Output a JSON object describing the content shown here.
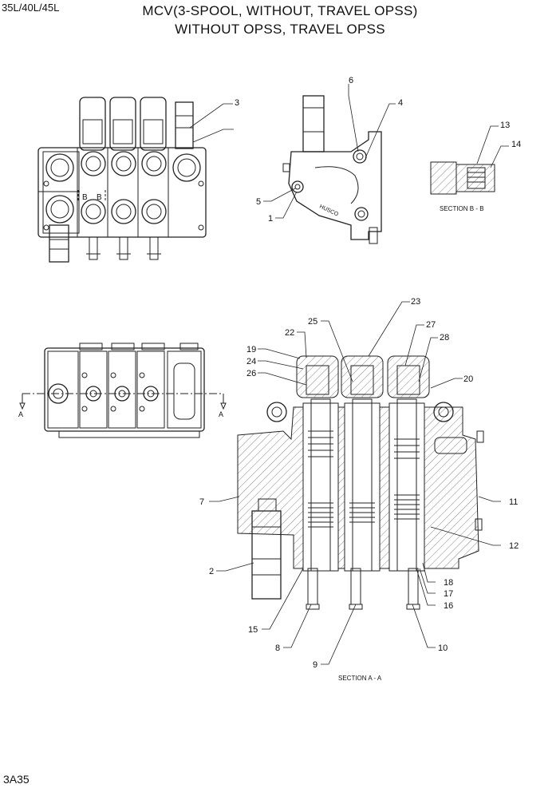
{
  "header": {
    "model": "35L/40L/45L",
    "title_line1": "MCV(3-SPOOL, WITHOUT, TRAVEL OPSS)",
    "title_line2": "WITHOUT OPSS, TRAVEL OPSS"
  },
  "footer": {
    "page_code": "3A35"
  },
  "section_labels": {
    "section_bb": "SECTION B - B",
    "section_aa": "SECTION A - A"
  },
  "view_marks": {
    "b_left": "B",
    "b_right": "B",
    "a_left": "A",
    "a_right": "A"
  },
  "body_stamp": "HUSCO",
  "callouts": {
    "c1": "1",
    "c2": "2",
    "c3": "3",
    "c4": "4",
    "c5": "5",
    "c6": "6",
    "c7": "7",
    "c8": "8",
    "c9": "9",
    "c10": "10",
    "c11": "11",
    "c12": "12",
    "c13": "13",
    "c14": "14",
    "c15": "15",
    "c16": "16",
    "c17": "17",
    "c18": "18",
    "c19": "19",
    "c20": "20",
    "c22": "22",
    "c23": "23",
    "c24": "24",
    "c25": "25",
    "c26": "26",
    "c27": "27",
    "c28": "28"
  }
}
